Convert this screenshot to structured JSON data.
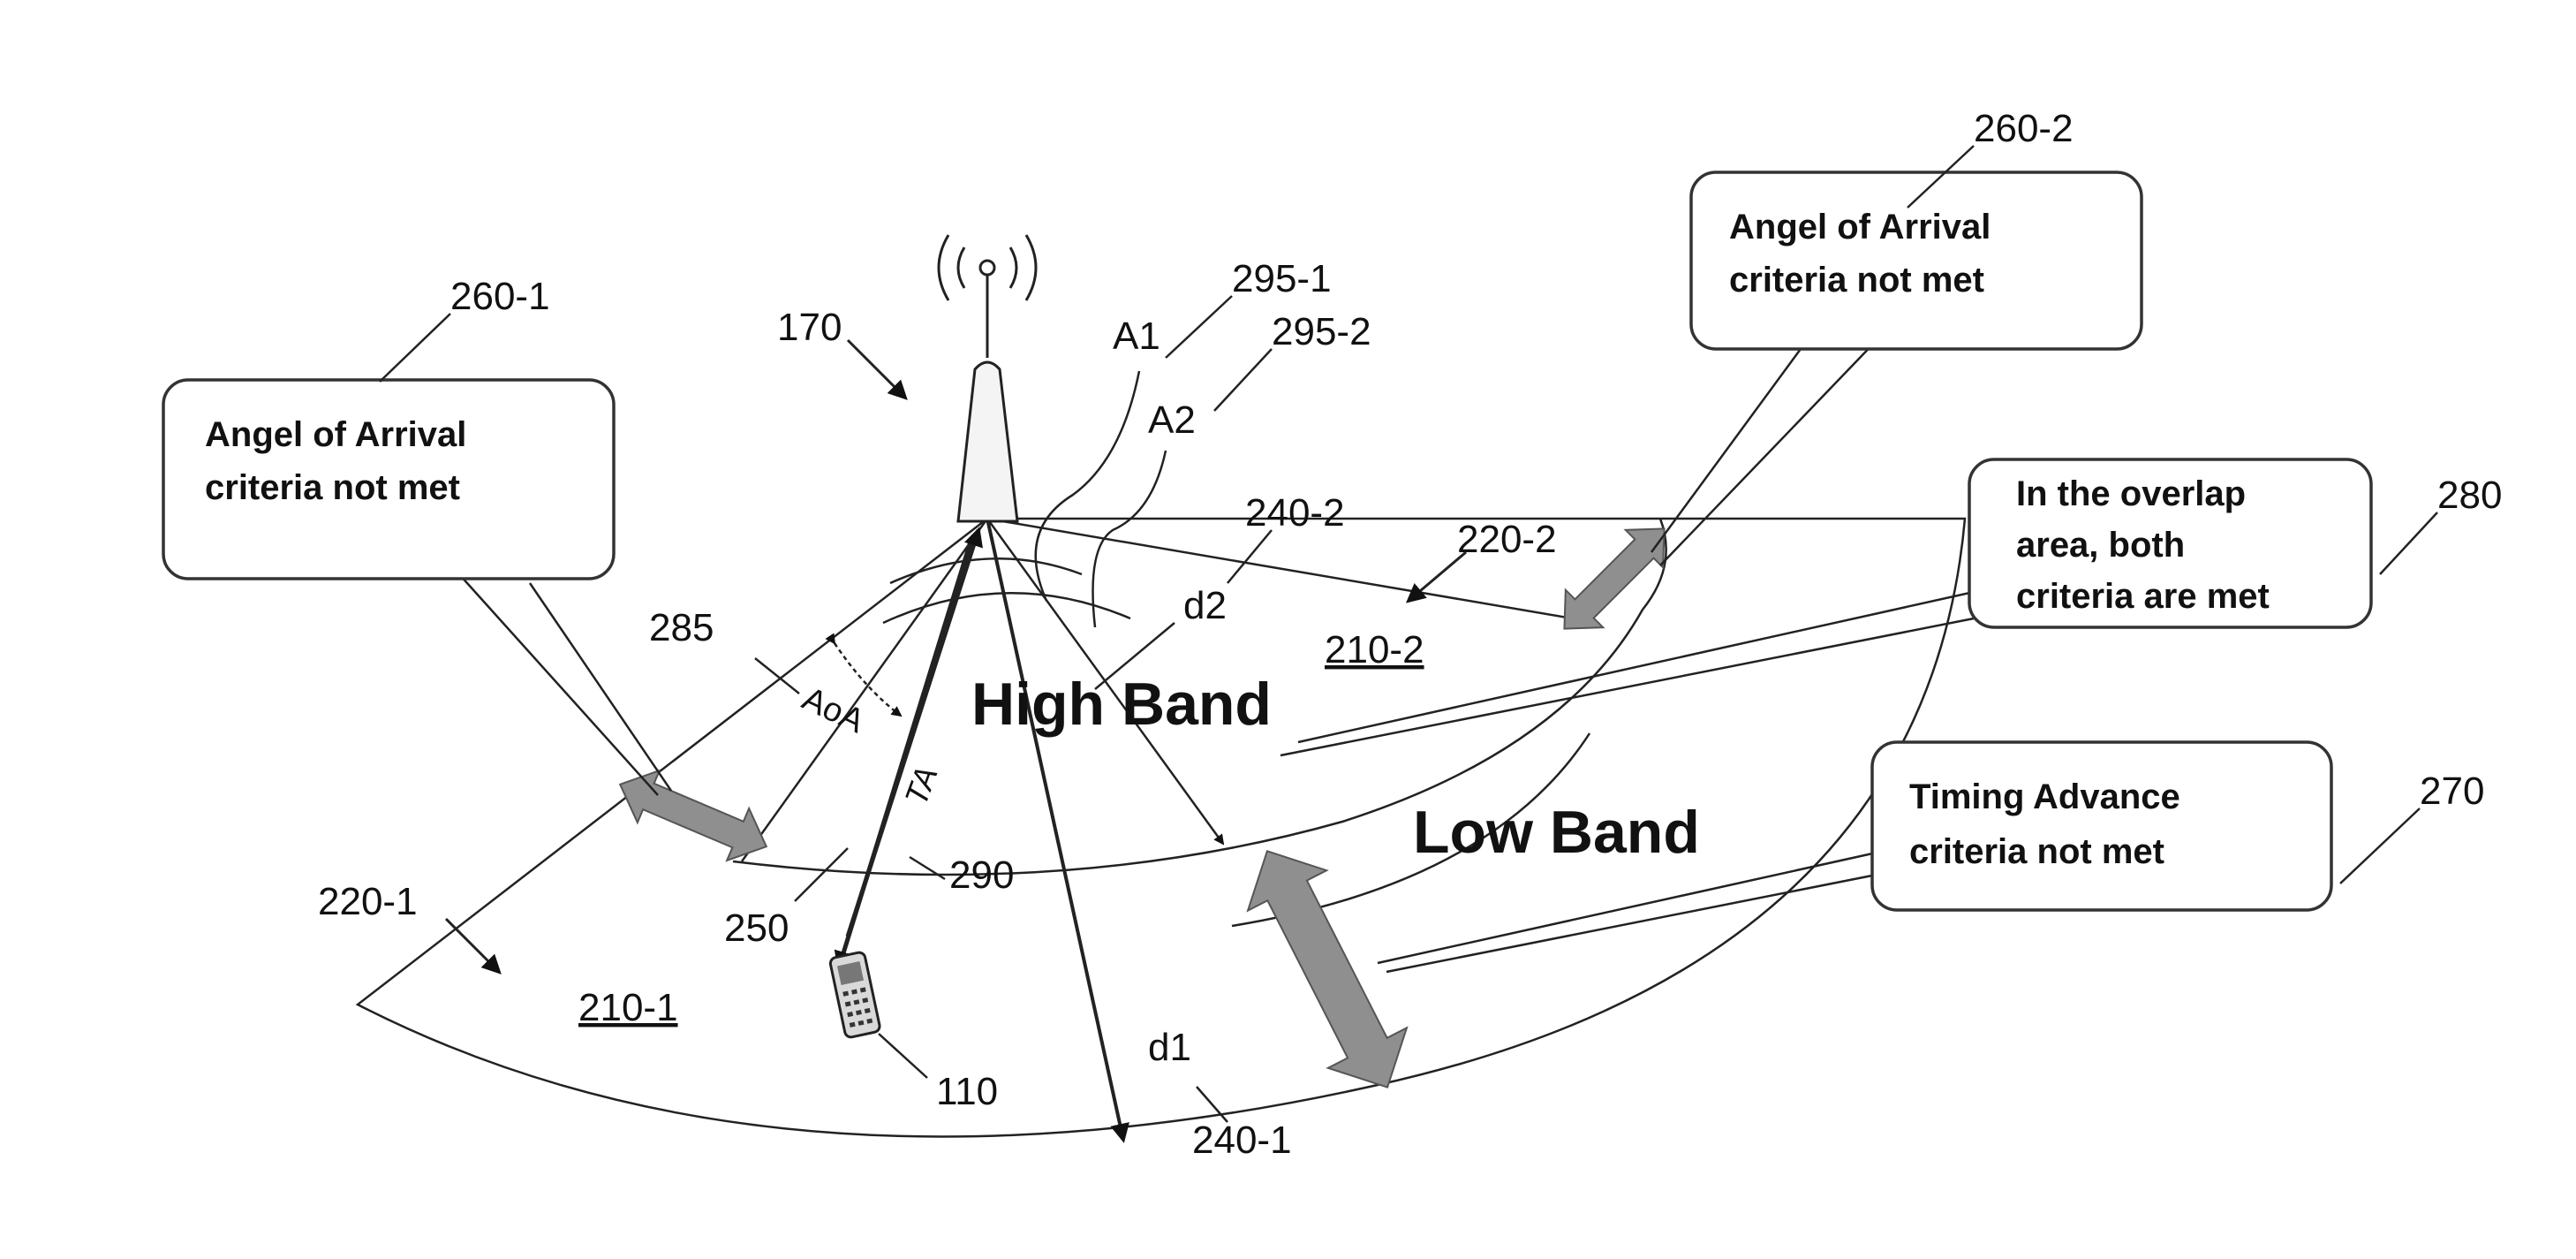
{
  "refs": {
    "base_station": "170",
    "antenna1_ref": "295-1",
    "antenna2_ref": "295-2",
    "antenna1": "A1",
    "antenna2": "A2",
    "direction2": "240-2",
    "direction1": "240-1",
    "d2": "d2",
    "d1": "d1",
    "coverage2_dir": "220-2",
    "coverage1_dir": "220-1",
    "area2": "210-2",
    "area1": "210-1",
    "aoa_ref": "285",
    "aoa_label": "AoA",
    "ta_label": "TA",
    "ta_ref": "290",
    "ue_path": "250",
    "ue": "110",
    "callout1_ref": "260-1",
    "callout2_ref": "260-2",
    "overlap_ref": "280",
    "timing_ref": "270"
  },
  "bands": {
    "high": "High Band",
    "low": "Low Band"
  },
  "callouts": {
    "aoa_left": [
      "Angel of Arrival",
      "criteria not met"
    ],
    "aoa_right": [
      "Angel of Arrival",
      "criteria not met"
    ],
    "overlap": [
      "In the overlap",
      "area, both",
      "criteria are met"
    ],
    "timing": [
      "Timing Advance",
      "criteria not met"
    ]
  },
  "colors": {
    "line": "#222222",
    "fat_arrow": "#8f8f8f",
    "background": "#ffffff"
  }
}
